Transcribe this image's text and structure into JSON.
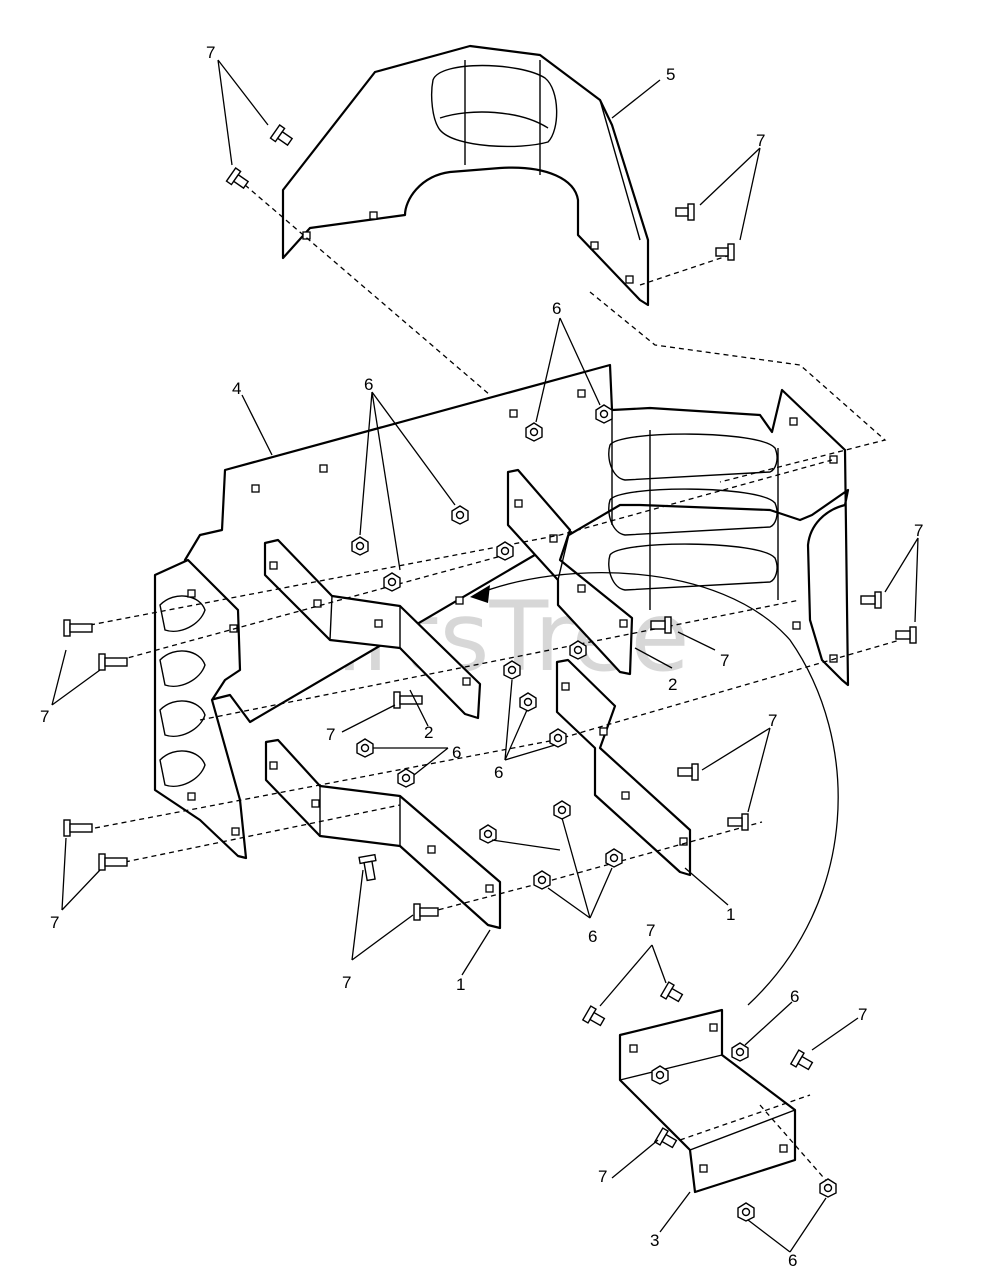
{
  "diagram": {
    "watermark": "PartsTree",
    "callouts": [
      {
        "id": "c7a",
        "text": "7"
      },
      {
        "id": "c5",
        "text": "5"
      },
      {
        "id": "c7b",
        "text": "7"
      },
      {
        "id": "c6a",
        "text": "6"
      },
      {
        "id": "c4",
        "text": "4"
      },
      {
        "id": "c6b",
        "text": "6"
      },
      {
        "id": "c7c",
        "text": "7"
      },
      {
        "id": "c7d",
        "text": "7"
      },
      {
        "id": "c7e",
        "text": "7"
      },
      {
        "id": "c2a",
        "text": "2"
      },
      {
        "id": "c7f",
        "text": "7"
      },
      {
        "id": "c2b",
        "text": "2"
      },
      {
        "id": "c6c",
        "text": "6"
      },
      {
        "id": "c6d",
        "text": "6"
      },
      {
        "id": "c7g",
        "text": "7"
      },
      {
        "id": "c7h",
        "text": "7"
      },
      {
        "id": "c1a",
        "text": "1"
      },
      {
        "id": "c6e",
        "text": "6"
      },
      {
        "id": "c7i",
        "text": "7"
      },
      {
        "id": "c1b",
        "text": "1"
      },
      {
        "id": "c7j",
        "text": "7"
      },
      {
        "id": "c6f",
        "text": "6"
      },
      {
        "id": "c7k",
        "text": "7"
      },
      {
        "id": "c7l",
        "text": "7"
      },
      {
        "id": "c3",
        "text": "3"
      },
      {
        "id": "c6g",
        "text": "6"
      }
    ]
  }
}
